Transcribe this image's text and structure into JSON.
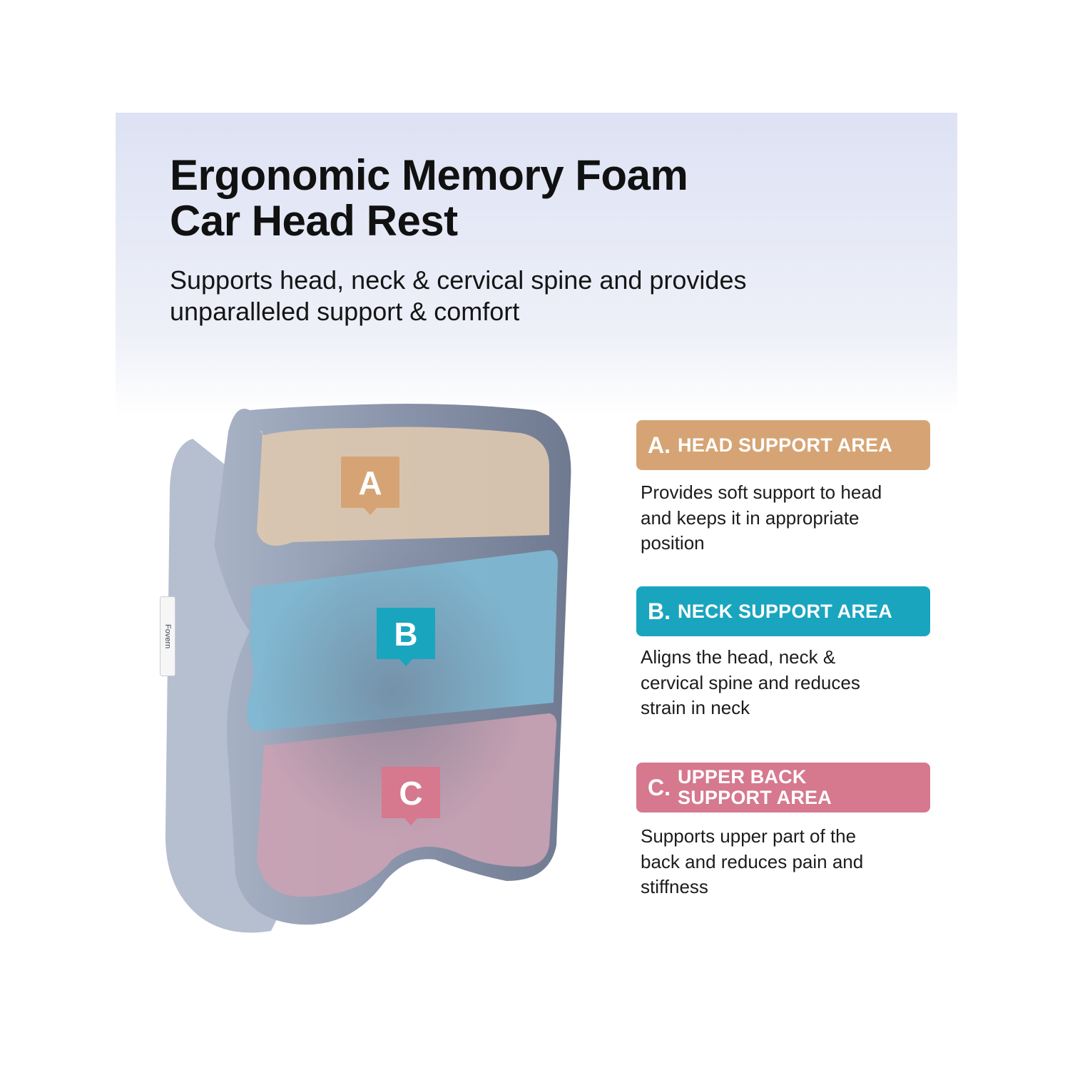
{
  "header": {
    "title_line1": "Ergonomic Memory Foam",
    "title_line2": "Car Head Rest",
    "subtitle_line1": "Supports head, neck & cervical spine and provides",
    "subtitle_line2": "unparalleled support & comfort"
  },
  "pillow": {
    "brand_tag": "Fovern",
    "zones": [
      {
        "letter": "A",
        "color": "#d9a978"
      },
      {
        "letter": "B",
        "color": "#1ba6c0"
      },
      {
        "letter": "C",
        "color": "#d87a8f"
      }
    ]
  },
  "callouts": [
    {
      "letter": "A.",
      "label_line1": "HEAD SUPPORT AREA",
      "label_line2": "",
      "color": "#d6a474",
      "desc_line1": "Provides soft support to head",
      "desc_line2": "and keeps it in appropriate",
      "desc_line3": "position"
    },
    {
      "letter": "B.",
      "label_line1": "NECK SUPPORT AREA",
      "label_line2": "",
      "color": "#1aa5bf",
      "desc_line1": "Aligns the head, neck &",
      "desc_line2": "cervical spine and reduces",
      "desc_line3": "strain in neck"
    },
    {
      "letter": "C.",
      "label_line1": "UPPER BACK",
      "label_line2": "SUPPORT AREA",
      "color": "#d6788e",
      "desc_line1": "Supports upper part of the",
      "desc_line2": "back and reduces pain and",
      "desc_line3": "stiffness"
    }
  ]
}
